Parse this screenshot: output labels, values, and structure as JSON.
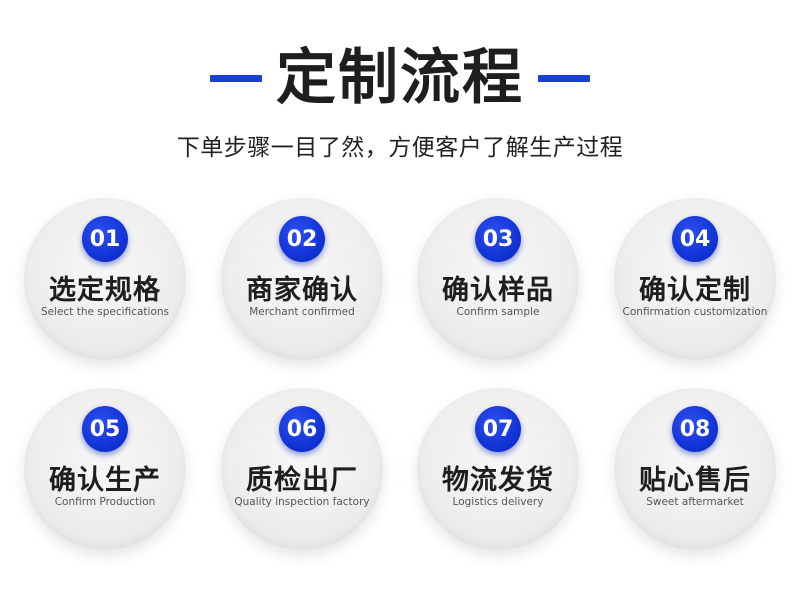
{
  "header": {
    "title": "定制流程",
    "subtitle": "下单步骤一目了然，方便客户了解生产过程"
  },
  "colors": {
    "accent": "#1a3fd6",
    "badge": "#1234d6",
    "circle": "#eeeeee",
    "text": "#1e1e1e"
  },
  "steps": [
    {
      "num": "01",
      "title": "选定规格",
      "subtitle": "Select the specifications"
    },
    {
      "num": "02",
      "title": "商家确认",
      "subtitle": "Merchant confirmed"
    },
    {
      "num": "03",
      "title": "确认样品",
      "subtitle": "Confirm sample"
    },
    {
      "num": "04",
      "title": "确认定制",
      "subtitle": "Confirmation customization"
    },
    {
      "num": "05",
      "title": "确认生产",
      "subtitle": "Confirm Production"
    },
    {
      "num": "06",
      "title": "质检出厂",
      "subtitle": "Quality inspection factory"
    },
    {
      "num": "07",
      "title": "物流发货",
      "subtitle": "Logistics delivery"
    },
    {
      "num": "08",
      "title": "贴心售后",
      "subtitle": "Sweet aftermarket"
    }
  ]
}
